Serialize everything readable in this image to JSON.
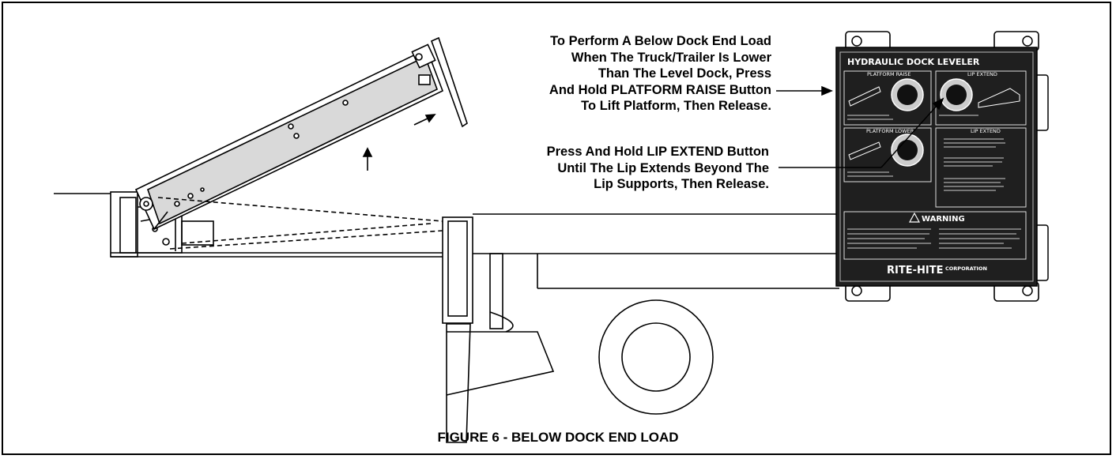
{
  "callouts": {
    "platform_raise": [
      "To Perform A Below Dock End Load",
      "When The Truck/Trailer Is Lower",
      "Than The Level Dock, Press",
      "And Hold PLATFORM RAISE Button",
      "To Lift Platform, Then Release."
    ],
    "lip_extend": [
      "Press And Hold LIP EXTEND Button",
      "Until The Lip Extends Beyond The",
      "Lip Supports, Then Release."
    ]
  },
  "control_panel": {
    "title": "HYDRAULIC DOCK LEVELER",
    "platform_raise_label": "PLATFORM RAISE",
    "lip_extend_label": "LIP EXTEND",
    "platform_lower_label": "PLATFORM LOWER",
    "lip_extend_instructions_label": "LIP EXTEND",
    "warning_label": "WARNING",
    "brand": "RITE-HITE",
    "brand_suffix": "CORPORATION",
    "colors": {
      "panel": "#1f1f1f",
      "plate_text": "#ffffff"
    }
  },
  "caption": "FIGURE 6 - BELOW DOCK END LOAD"
}
